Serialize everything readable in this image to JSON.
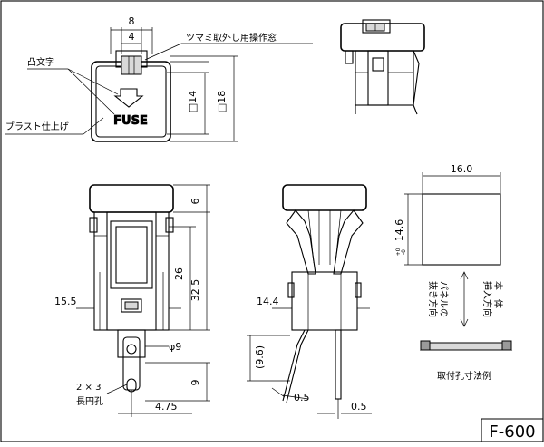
{
  "drawing": {
    "model": "F-600",
    "annotations": {
      "knob_window": "ツマミ取外し用操作窓",
      "raised_letters": "凸文字",
      "blast_finish": "ブラスト仕上げ",
      "fuse_marking": "FUSE",
      "long_hole_1": "2 × 3",
      "long_hole_2": "長円孔",
      "panel_dir_1": "パネルの",
      "panel_dir_2": "抜き方向",
      "body_dir_1": "本　体",
      "body_dir_2": "挿入方向",
      "panel_cutout": "取付孔寸法例"
    },
    "dimensions": {
      "d8": "8",
      "d4": "4",
      "sq14": "□14",
      "sq18": "□18",
      "d6": "6",
      "d26": "26",
      "d32_5": "32.5",
      "d15_5": "15.5",
      "phi9": "φ9",
      "d9": "9",
      "d4_75": "4.75",
      "d14_4": "14.4",
      "d9_6": "(9.6)",
      "d0_5a": "0.5",
      "d0_5b": "0.5",
      "d16_0": "16.0",
      "d14_6": "14.6",
      "d14_6_tol": "+0",
      "d14_6_tol2": "-0"
    }
  }
}
